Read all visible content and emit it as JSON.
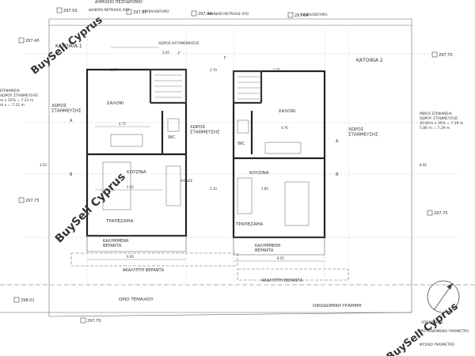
{
  "road": {
    "top_label": "ΔΗΜΟΣΙΟ ΠΕΖΟΔΡΟΜΙΟ",
    "roadside_labels": [
      "ΔΙΑΦΟΡΑ ΜΕΤΡΗΣΗΣ ΑΠΟ",
      "ΣΚΥΒΑΛΟΚΤΑΡΙΟ",
      "ΑΘΗΝΑΪΟ ΜΕΤΡΗΣΗΣ ΑΠΟ",
      "ΣΚΥΒΑΛΟΚΤΑΡΙΟ"
    ]
  },
  "levels": [
    "297.50",
    "297.57",
    "297.44",
    "297.64",
    "297.40",
    "297.70",
    "297.75",
    "297.75",
    "298.01",
    "297.70"
  ],
  "units": {
    "unit1": "ΚΑΤΟΙΚΙΑ 1",
    "unit2": "ΚΑΤΟΙΚΙΑ 2"
  },
  "rooms": {
    "saloni": "ΣΑΛΟΝΙ",
    "parking": "ΧΩΡΟΣ\nΣΤΑΘΜΕΥΣΗΣ",
    "wc": "WC",
    "kitchen": "ΚΟΥΖΙΝΑ",
    "dining": "ΤΡΑΠΕΖΑΡΙΑ",
    "covered_veranda": "ΚΑΛΥΜΜΕΝΗ\nΒΕΡΑΝΤΑ",
    "open_veranda": "ΑΚΑΛΥΠΤΗ ΒΕΡΑΝΤΑ",
    "parking_upper": "ΧΩΡΟΣ ΚΑΤΑΝΕΜΗΣΗΣ",
    "yard": "ΑΥΛΟΣ"
  },
  "labels": {
    "plot_limit": "ΟΡΙΟ ΤΕΜΑΧΙΟΥ",
    "building_line": "ΟΙΚΟΔΟΜΙΚΗ ΓΡΑΜΜΗ",
    "surface_left_title": "ΕΠΙΦΑΝΕΙΑ",
    "surface_left_sub": "ΧΩΡΟΥ ΣΤΑΘΜΕΥΣΗΣ:",
    "surface_left_dims_1": "m x 35% = 7.21 m",
    "surface_left_dims_2": "m x = 7.21 m",
    "surface_right_title": "ΜΙΚΟΣ ΕΠΙΦΑΝΕΙΑ",
    "surface_right_sub": "ΧΩΡΟΥ ΣΤΑΘΜΕΥΣΗΣ:",
    "surface_right_dims_1": "20.85m x 35% = 7.29 m",
    "surface_right_dims_2": "5.80 m = 7.29 m",
    "legend_1": "ΠΡΟΤΕΙΝΟΜΕΝΟ ΥΨΟΜΕΤΡΟ",
    "legend_2": "ΦΥΣΙΚΟ ΥΨΟΜΕΤΡΟ",
    "legend_header": "ΥΠΟΜΝΗΜΑ",
    "watermark": "BuySell Cyprus"
  },
  "grid_letters": {
    "a": "A",
    "b": "B",
    "g": "Γ"
  },
  "dimensions": [
    "4.75",
    "3.05",
    "4.70",
    "5.55",
    "1.85",
    "6.95",
    "8.55",
    "4.77",
    "3.55",
    "2.70",
    "2.10",
    "3.50",
    "8.00"
  ]
}
